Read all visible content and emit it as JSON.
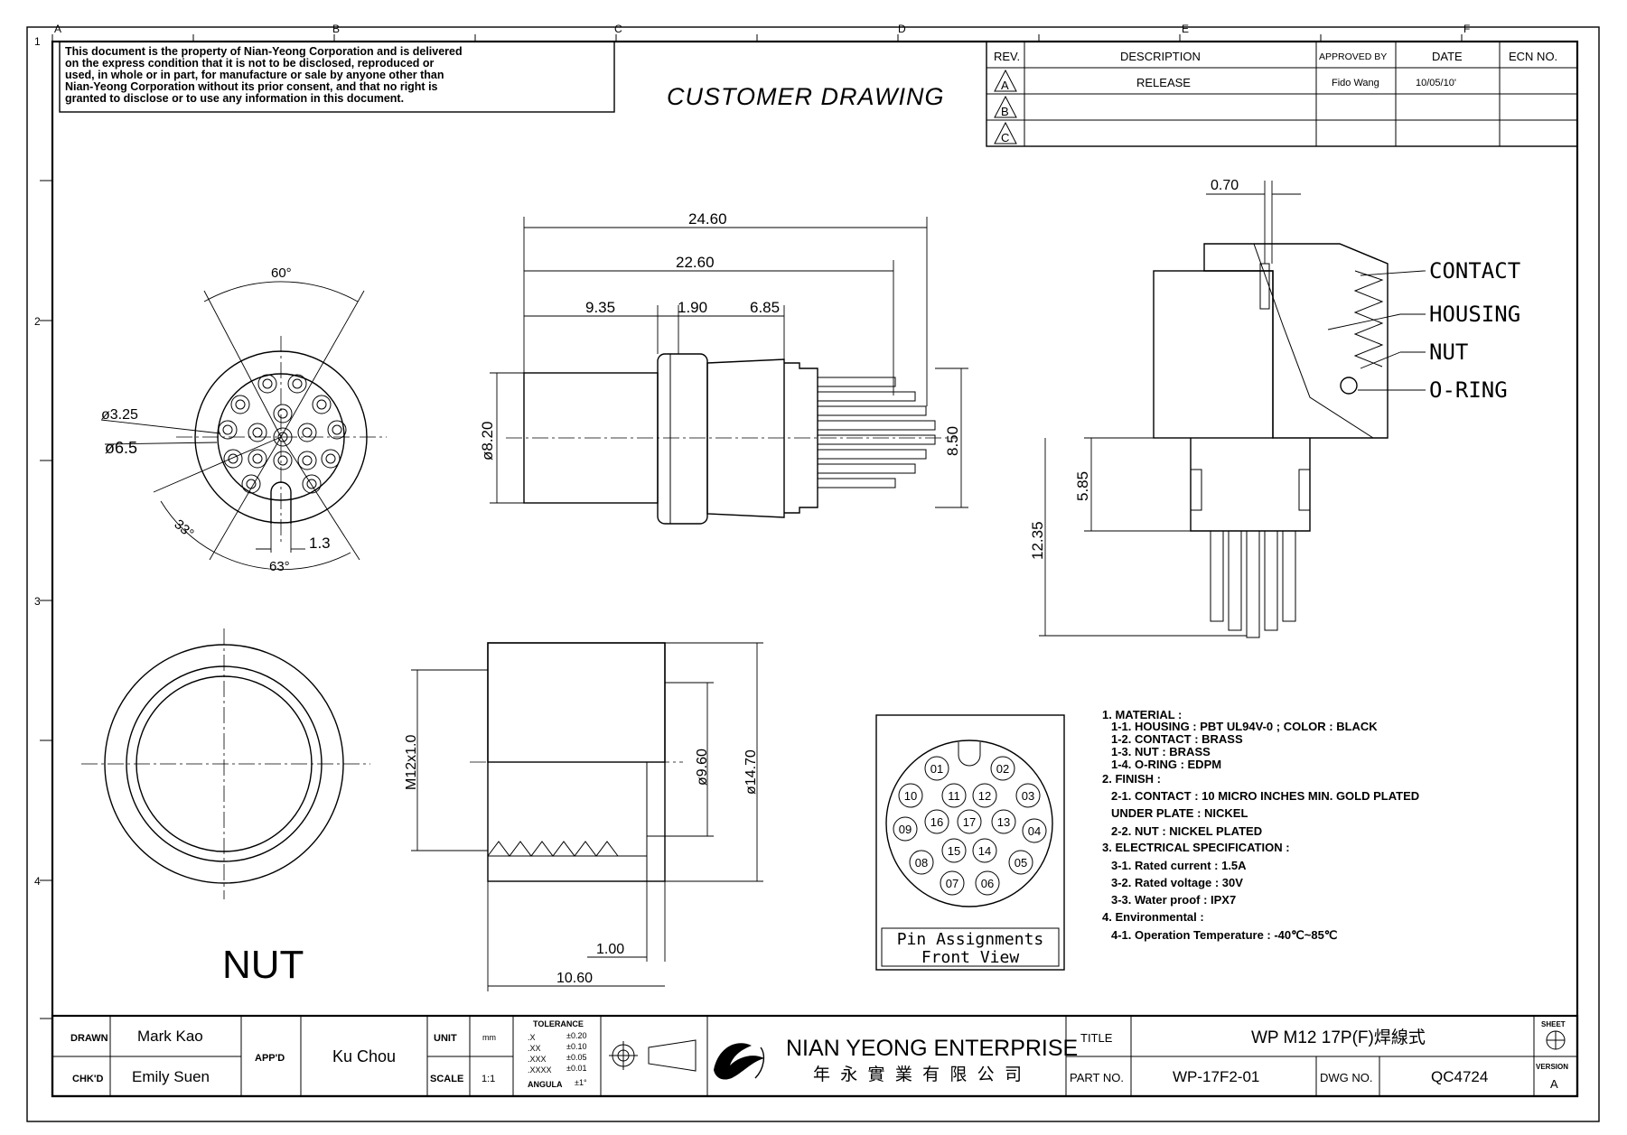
{
  "frame": {
    "zone_letters": [
      "A",
      "B",
      "C",
      "D",
      "E",
      "F"
    ],
    "zone_numbers": [
      "1",
      "2",
      "3",
      "4"
    ]
  },
  "notice": {
    "lines": [
      "This document is the property of Nian-Yeong Corporation and is delivered",
      "on  the  express condition that it is not to be disclosed, reproduced or",
      "used, in whole or in part, for manufacture or sale by anyone other than",
      "Nian-Yeong Corporation without  its prior consent, and that  no right  is",
      "granted to disclose or to use any information in this  document."
    ]
  },
  "header": {
    "drawing_type": "CUSTOMER  DRAWING"
  },
  "revision_table": {
    "headers": {
      "rev": "REV.",
      "description": "DESCRIPTION",
      "approved": "APPROVED BY",
      "date": "DATE",
      "ecn": "ECN NO."
    },
    "rows": [
      {
        "rev": "A",
        "description": "RELEASE",
        "approved": "Fido Wang",
        "date": "10/05/10'",
        "ecn": ""
      },
      {
        "rev": "B",
        "description": "",
        "approved": "",
        "date": "",
        "ecn": ""
      },
      {
        "rev": "C",
        "description": "",
        "approved": "",
        "date": "",
        "ecn": ""
      }
    ]
  },
  "front_view": {
    "angle_top": "60°",
    "dia_small": "ø3.25",
    "dia_large": "ø6.5",
    "angle_left": "33°",
    "angle_bottom": "63°",
    "key_width": "1.3"
  },
  "side_view": {
    "length_total": "24.60",
    "length_2": "22.60",
    "seg_1": "9.35",
    "seg_2": "1.90",
    "seg_3": "6.85",
    "dia_body": "ø8.20",
    "pin_span": "8.50"
  },
  "section_view": {
    "thickness": "0.70",
    "h1": "5.85",
    "h2": "12.35",
    "callouts": [
      "CONTACT",
      "HOUSING",
      "NUT",
      "O-RING"
    ]
  },
  "nut_view": {
    "label": "NUT",
    "thread": "M12x1.0",
    "dia_inner": "ø9.60",
    "dia_outer": "ø14.70",
    "wall": "1.00",
    "length": "10.60"
  },
  "pin_box": {
    "pins": [
      "01",
      "02",
      "03",
      "04",
      "05",
      "06",
      "07",
      "08",
      "09",
      "10",
      "11",
      "12",
      "13",
      "14",
      "15",
      "16",
      "17"
    ],
    "caption_1": "Pin Assignments",
    "caption_2": "Front View"
  },
  "notes": [
    "1.  MATERIAL :",
    "   1-1.  HOUSING  :  PBT  UL94V-0  ;  COLOR  :  BLACK",
    "   1-2.  CONTACT  :  BRASS",
    "   1-3.  NUT  :  BRASS",
    "   1-4.  O-RING  :  EDPM",
    "2.  FINISH  :",
    "      2-1.  CONTACT  :  10  MICRO  INCHES  MIN.  GOLD  PLATED",
    "               UNDER  PLATE  :  NICKEL",
    "      2-2.  NUT  :  NICKEL  PLATED",
    "3.  ELECTRICAL  SPECIFICATION  :",
    "      3-1.  Rated  current  :  1.5A",
    "      3-2.  Rated  voltage  :  30V",
    "      3-3.  Water  proof  :  IPX7",
    "4.  Environmental  :",
    "      4-1.  Operation  Temperature  :  -40℃~85℃"
  ],
  "title_block": {
    "drawn_label": "DRAWN",
    "drawn": "Mark Kao",
    "chkd_label": "CHK'D",
    "chkd": "Emily Suen",
    "appd_label": "APP'D",
    "appd": "Ku Chou",
    "unit_label": "UNIT",
    "unit": "mm",
    "scale_label": "SCALE",
    "scale": "1:1",
    "tolerance_label": "TOLERANCE",
    "tol_rows": [
      {
        "k": ".X",
        "v": "±0.20"
      },
      {
        "k": ".XX",
        "v": "±0.10"
      },
      {
        "k": ".XXX",
        "v": "±0.05"
      },
      {
        "k": ".XXXX",
        "v": "±0.01"
      },
      {
        "k": "ANGULA",
        "v": "±1°"
      }
    ],
    "company": "NIAN YEONG ENTERPRISE",
    "company_cn": "年 永 實 業 有 限 公 司",
    "title_label": "TITLE",
    "title": "WP  M12  17P(F)焊線式",
    "part_label": "PART NO.",
    "part": "WP-17F2-01",
    "dwg_label": "DWG NO.",
    "dwg": "QC4724",
    "sheet_label": "SHEET",
    "version_label": "VERSION",
    "version": "A"
  },
  "colors": {
    "ink": "#000000",
    "paper": "#ffffff"
  }
}
